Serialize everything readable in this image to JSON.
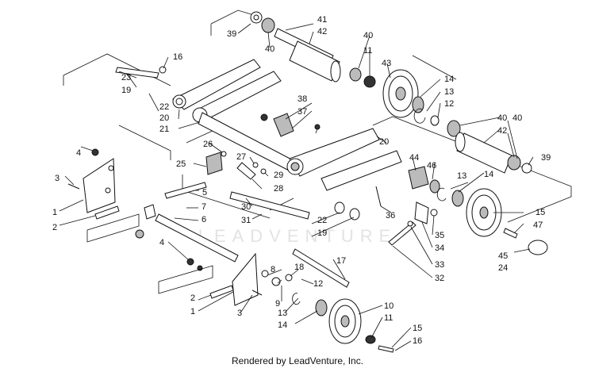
{
  "watermark": "LEADVENTURE",
  "footer": "Rendered by LeadVenture, Inc.",
  "callouts": {
    "c1a": "1",
    "c1b": "1",
    "c2a": "2",
    "c2b": "2",
    "c3a": "3",
    "c3b": "3",
    "c4a": "4",
    "c4b": "4",
    "c5": "5",
    "c6": "6",
    "c7": "7",
    "c8": "8",
    "c9": "9",
    "c10": "10",
    "c11a": "11",
    "c11b": "11",
    "c12a": "12",
    "c12b": "12",
    "c13a": "13",
    "c13b": "13",
    "c13c": "13",
    "c14a": "14",
    "c14b": "14",
    "c14c": "14",
    "c15a": "15",
    "c15b": "15",
    "c16a": "16",
    "c16b": "16",
    "c17": "17",
    "c18": "18",
    "c19a": "19",
    "c19b": "19",
    "c20a": "20",
    "c20b": "20",
    "c21": "21",
    "c22a": "22",
    "c22b": "22",
    "c23": "23",
    "c24": "24",
    "c25": "25",
    "c26": "26",
    "c27": "27",
    "c28": "28",
    "c29": "29",
    "c30": "30",
    "c31": "31",
    "c32": "32",
    "c33": "33",
    "c34": "34",
    "c35": "35",
    "c36": "36",
    "c37": "37",
    "c38": "38",
    "c39a": "39",
    "c39b": "39",
    "c40a": "40",
    "c40b": "40",
    "c40c": "40",
    "c40d": "40",
    "c41": "41",
    "c42a": "42",
    "c42b": "42",
    "c43": "43",
    "c44": "44",
    "c45": "45",
    "c46": "46",
    "c47": "47"
  }
}
